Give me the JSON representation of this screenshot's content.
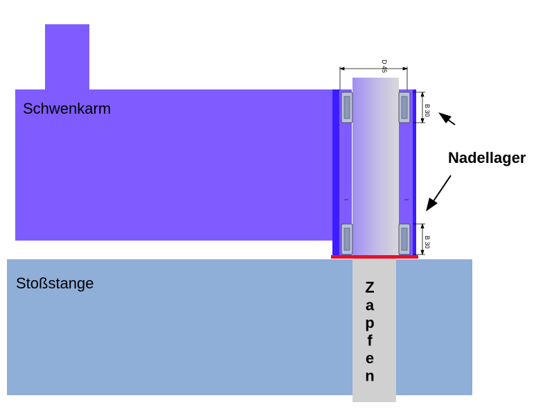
{
  "labels": {
    "swing_arm": "Schwenkarm",
    "bumper": "Stoßstange",
    "needle_bearing": "Nadellager",
    "pin": "Zapfen"
  },
  "dimensions": {
    "diameter": "D 45",
    "width_top": "B 30",
    "width_bottom": "B 30"
  },
  "colors": {
    "swing_arm": "#7f5cff",
    "swing_arm_dark": "#3d1cff",
    "bumper": "#8faed8",
    "pin": "#d0d0d0",
    "pin_gradient_start": "#9f8cf0",
    "seal": "#e5102a",
    "bearing": "#b8c2d6"
  }
}
